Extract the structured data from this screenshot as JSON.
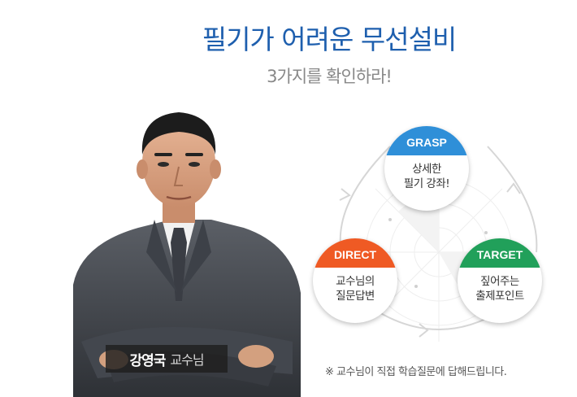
{
  "header": {
    "title": "필기가 어려운 무선설비",
    "subtitle": "3가지를 확인하라!"
  },
  "professor": {
    "name": "강영국",
    "title": "교수님"
  },
  "cycle": [
    {
      "key": "grasp",
      "label": "GRASP",
      "line1": "상세한",
      "line2": "필기 강좌!",
      "color": "#2f8fd8"
    },
    {
      "key": "direct",
      "label": "DIRECT",
      "line1": "교수님의",
      "line2": "질문답변",
      "color": "#ef5a24"
    },
    {
      "key": "target",
      "label": "TARGET",
      "line1": "짚어주는",
      "line2": "출제포인트",
      "color": "#21a05a"
    }
  ],
  "footnote": "※ 교수님이 직접 학습질문에 답해드립니다."
}
